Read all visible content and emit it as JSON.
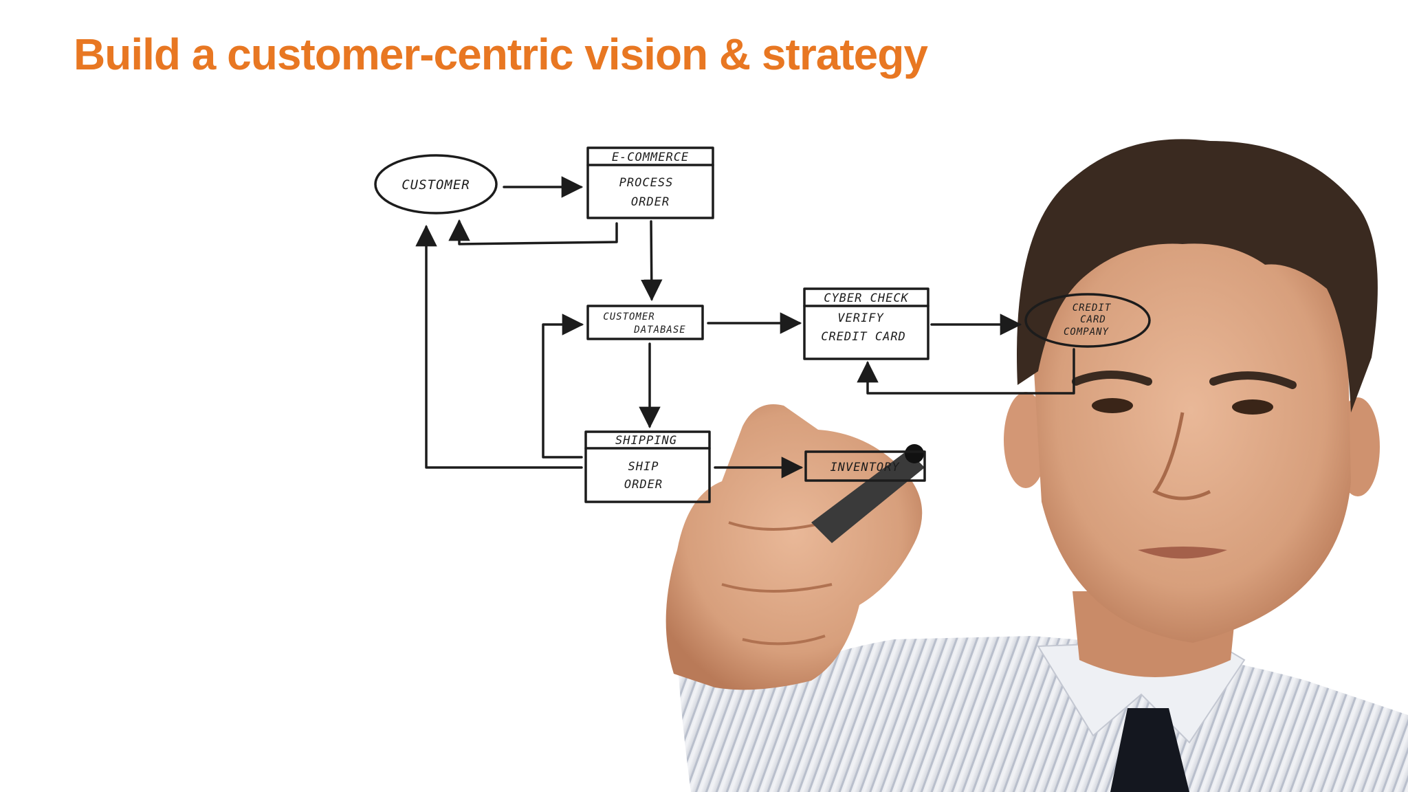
{
  "slide": {
    "title": "Build a customer-centric vision & strategy"
  },
  "colors": {
    "title": "#E87722",
    "background": "#FFFFFF",
    "ink": "#1C1C1C"
  },
  "diagram": {
    "customer": "CUSTOMER",
    "ecommerce": {
      "header": "E-COMMERCE",
      "line1": "PROCESS",
      "line2": "ORDER"
    },
    "database": {
      "line1": "CUSTOMER",
      "line2": "DATABASE"
    },
    "cyber_check": {
      "header": "CYBER CHECK",
      "line1": "VERIFY",
      "line2": "CREDIT CARD"
    },
    "credit_card_company": {
      "line1": "CREDIT",
      "line2": "CARD",
      "line3": "COMPANY"
    },
    "shipping": {
      "header": "SHIPPING",
      "line1": "SHIP",
      "line2": "ORDER"
    },
    "inventory": "INVENTORY"
  }
}
